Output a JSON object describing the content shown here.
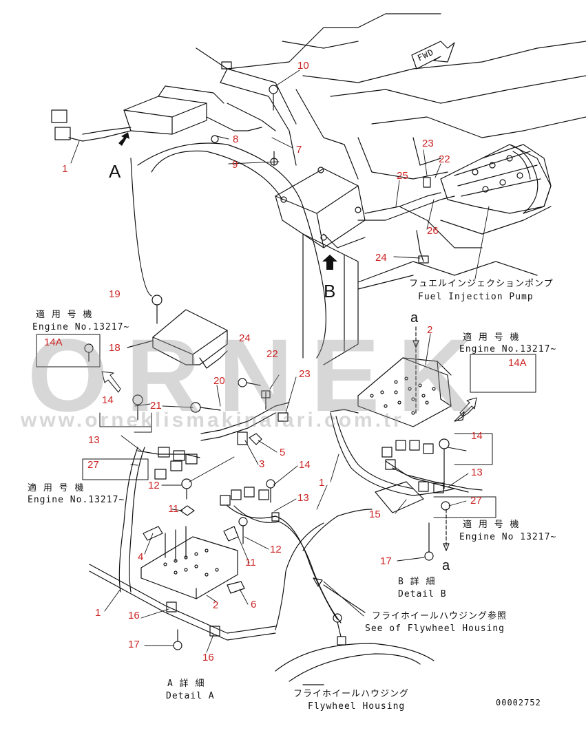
{
  "drawing_number": "00002752",
  "fwd": "FWD",
  "views": {
    "a": "A",
    "b": "B",
    "section_a_top": "a",
    "section_a_bottom": "a"
  },
  "fuel_pump": {
    "jp": "フュエルインジェクションポンプ",
    "en": "Fuel Injection Pump"
  },
  "flywheel_ref": {
    "jp": "フライホイールハウジング参照",
    "en": "See of Flywheel Housing"
  },
  "flywheel_housing": {
    "jp": "フライホイールハウジング",
    "en": "Flywheel Housing"
  },
  "detail_a": {
    "jp": "A 詳 細",
    "en": "Detail A"
  },
  "detail_b": {
    "jp": "B 詳 細",
    "en": "Detail B"
  },
  "applicable": {
    "jp": "適 用 号 機",
    "en_1": "Engine No.13217~",
    "en_2": "Engine No.13217~",
    "en_3": "Engine No.13217~",
    "en_4": "Engine No 13217~"
  },
  "callouts": {
    "c1a": "1",
    "c1b": "1",
    "c1c": "1",
    "c2a": "2",
    "c2b": "2",
    "c3": "3",
    "c4": "4",
    "c5": "5",
    "c6": "6",
    "c7": "7",
    "c8": "8",
    "c9": "9",
    "c10": "10",
    "c11a": "11",
    "c11b": "11",
    "c12a": "12",
    "c12b": "12",
    "c13a": "13",
    "c13b": "13",
    "c13c": "13",
    "c14a": "14",
    "c14b": "14",
    "c14c": "14",
    "c14Aa": "14A",
    "c14Ab": "14A",
    "c15": "15",
    "c16a": "16",
    "c16b": "16",
    "c17a": "17",
    "c17b": "17",
    "c18": "18",
    "c19": "19",
    "c20": "20",
    "c21": "21",
    "c22a": "22",
    "c22b": "22",
    "c23a": "23",
    "c23b": "23",
    "c24a": "24",
    "c24b": "24",
    "c25": "25",
    "c26": "26",
    "c27a": "27",
    "c27b": "27"
  },
  "watermark": {
    "brand": "ORNEK",
    "url": "www.orneklismakinalari.com.tr"
  },
  "colors": {
    "callout": "#cc2222",
    "line": "#111111",
    "watermark": "#969696"
  }
}
